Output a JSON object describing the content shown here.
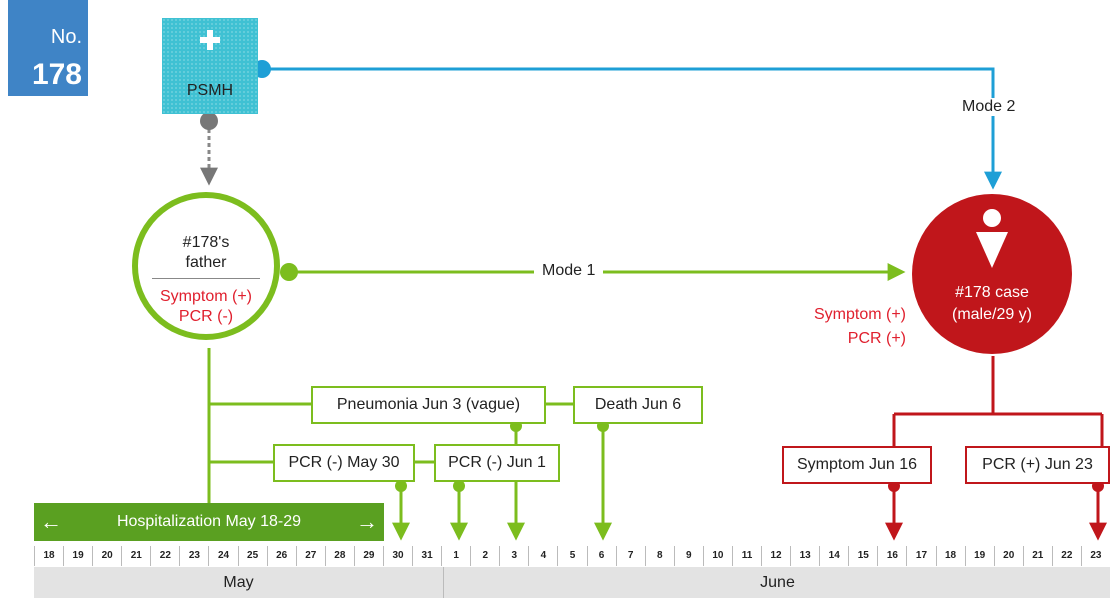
{
  "badge": {
    "no": "No.",
    "number": "178"
  },
  "hospital": {
    "name": "PSMH",
    "icon": "cross-icon"
  },
  "father": {
    "line1": "#178's",
    "line2": "father",
    "symptom": "Symptom (+)",
    "pcr": "PCR (-)"
  },
  "case": {
    "label1": "#178 case",
    "label2": "(male/29 y)",
    "symptom": "Symptom (+)",
    "pcr": "PCR (+)",
    "icon": "person-icon"
  },
  "modes": {
    "mode1": "Mode 1",
    "mode2": "Mode 2"
  },
  "events": {
    "pneumonia": "Pneumonia Jun 3 (vague)",
    "death": "Death Jun 6",
    "pcr_may30": "PCR (-) May 30",
    "pcr_jun1": "PCR (-) Jun 1",
    "symptom_jun16": "Symptom Jun 16",
    "pcr_jun23": "PCR (+) Jun 23"
  },
  "hospitalization": "Hospitalization May 18-29",
  "timeline": {
    "days": [
      "18",
      "19",
      "20",
      "21",
      "22",
      "23",
      "24",
      "25",
      "26",
      "27",
      "28",
      "29",
      "30",
      "31",
      "1",
      "2",
      "3",
      "4",
      "5",
      "6",
      "7",
      "8",
      "9",
      "10",
      "11",
      "12",
      "13",
      "14",
      "15",
      "16",
      "17",
      "18",
      "19",
      "20",
      "21",
      "22",
      "23"
    ],
    "months": [
      "May",
      "June"
    ]
  },
  "colors": {
    "green": "#7cbd1e",
    "dark_green": "#5aa021",
    "blue": "#1e9fd6",
    "red": "#c0161b",
    "red_text": "#e0202e",
    "badge": "#3f84c6",
    "hospital": "#3fc1d3"
  }
}
